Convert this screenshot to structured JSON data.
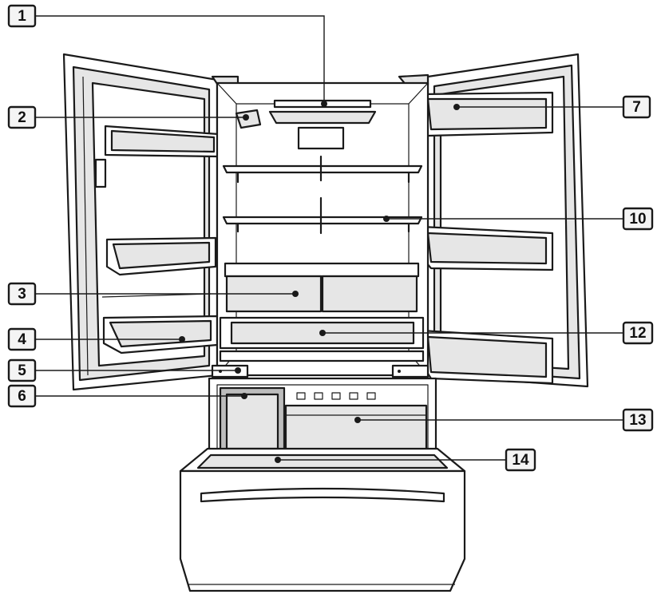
{
  "callouts": [
    {
      "id": "c1",
      "label": "1"
    },
    {
      "id": "c2",
      "label": "2"
    },
    {
      "id": "c3",
      "label": "3"
    },
    {
      "id": "c4",
      "label": "4"
    },
    {
      "id": "c5",
      "label": "5"
    },
    {
      "id": "c6",
      "label": "6"
    },
    {
      "id": "c7",
      "label": "7"
    },
    {
      "id": "c10",
      "label": "10"
    },
    {
      "id": "c12",
      "label": "12"
    },
    {
      "id": "c13",
      "label": "13"
    },
    {
      "id": "c14",
      "label": "14"
    }
  ],
  "colors": {
    "outline": "#1a1a1a",
    "panel_shade": "#e6e6e6",
    "dark_shade": "#bdbdbd",
    "background": "#ffffff"
  }
}
